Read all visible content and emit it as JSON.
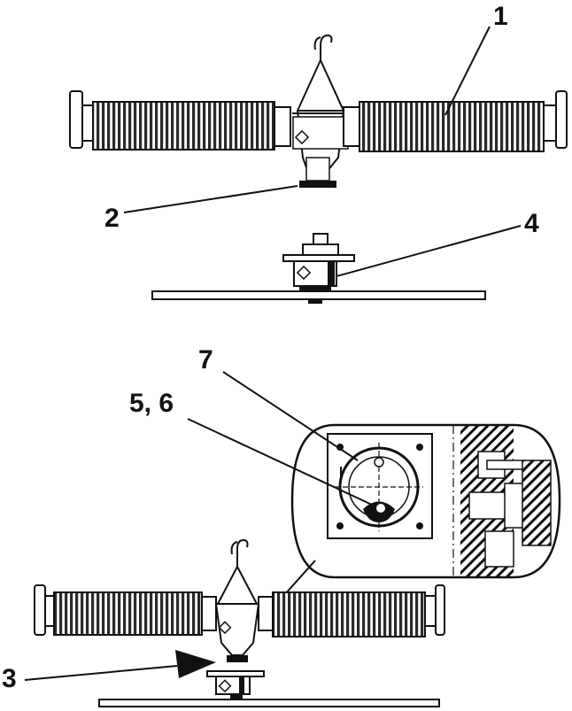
{
  "callouts": {
    "c1": "1",
    "c2": "2",
    "c3": "3",
    "c4": "4",
    "c56": "5, 6",
    "c7": "7"
  },
  "colors": {
    "ink": "#111111",
    "paper": "#ffffff",
    "fin": "#2a2a2a"
  },
  "icons": {
    "lift-hook": "hook",
    "insert-arrow": "arrow-right",
    "bolt-marker": "diamond"
  }
}
